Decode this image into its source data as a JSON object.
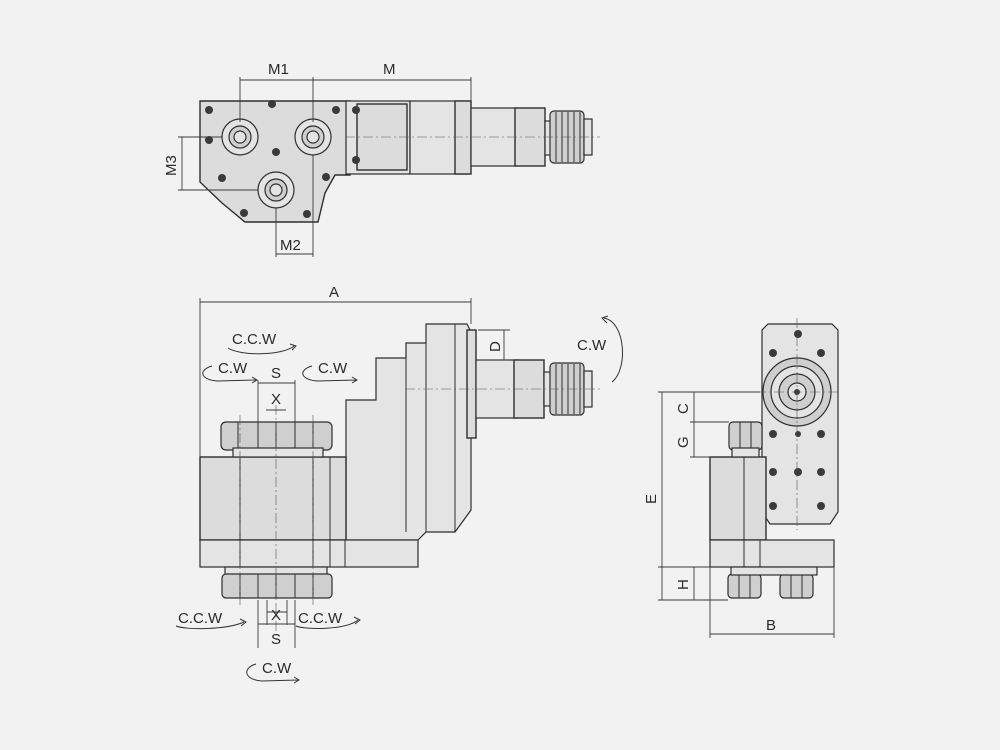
{
  "labels": {
    "m1": "M1",
    "m": "M",
    "m2": "M2",
    "m3": "M3",
    "a": "A",
    "d": "D",
    "s_top": "S",
    "x_top": "X",
    "x_bottom": "X",
    "s_bottom": "S",
    "c": "C",
    "g": "G",
    "e": "E",
    "h": "H",
    "b": "B"
  },
  "rotation": {
    "ccw_top": "C.C.W",
    "cw_top_left": "C.W",
    "cw_top_right": "C.W",
    "cw_drive": "C.W",
    "ccw_bottom_left": "C.C.W",
    "ccw_bottom_right": "C.C.W",
    "cw_bottom": "C.W"
  },
  "colors": {
    "background": "#f2f2f2",
    "part_fill": "#dcdcdc",
    "line": "#2e2e2e"
  }
}
